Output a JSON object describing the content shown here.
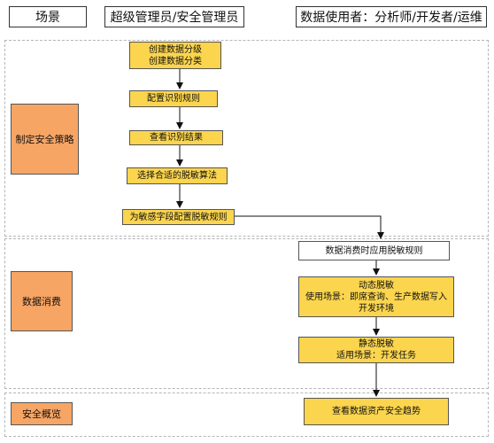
{
  "header": {
    "scene": "场景",
    "admin": "超级管理员/安全管理员",
    "users": "数据使用者：分析师/开发者/运维"
  },
  "stages": {
    "policy": "制定安全策略",
    "consume": "数据消费",
    "overview": "安全概览"
  },
  "steps": {
    "create_classification": [
      "创建数据分级",
      "创建数据分类"
    ],
    "config_rules": "配置识别规则",
    "view_results": "查看识别结果",
    "choose_algorithm": "选择合适的脱敏算法",
    "config_masking": "为敏感字段配置脱敏规则",
    "apply_on_consume": "数据消费时应用脱敏规则",
    "dynamic_masking": {
      "title": "动态脱敏",
      "scene": "使用场景：即席查询、生产数据写入开发环境"
    },
    "static_masking": {
      "title": "静态脱敏",
      "scene": "适用场景：开发任务"
    },
    "view_trend": "查看数据资产安全趋势"
  },
  "colors": {
    "stage_fill": "#f7a564",
    "step_fill": "#fbd54e",
    "lane_border": "#b5b5b5"
  }
}
